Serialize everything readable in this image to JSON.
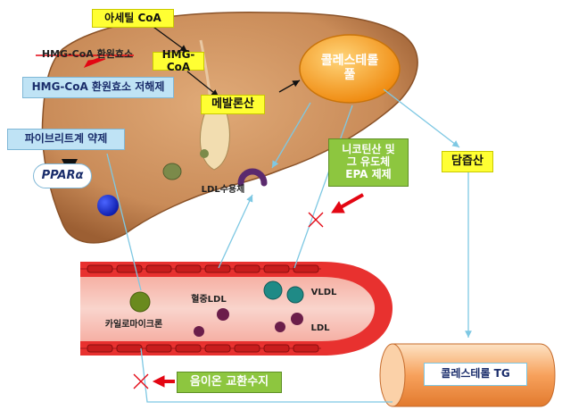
{
  "labels": {
    "acetyl_coa": "아세틸 CoA",
    "hmg_coa": "HMG-CoA",
    "mevalonate": "메발론산",
    "cholesterol_pool": "콜레스테롤\n풀",
    "hmg_reductase": "HMG-CoA 환원효소",
    "hmg_inhibitor": "HMG-CoA 환원효소 저해제",
    "fibrate": "파이브리트계 약제",
    "ppar": "PPARα",
    "ldl_receptor": "LDL수용체",
    "niacin": "니코틴산 및\n그 유도체\nEPA 제제",
    "bile_acid": "담즙산",
    "blood_ldl": "혈중LDL",
    "vldl": "VLDL",
    "ldl": "LDL",
    "chylomicron": "카일로마이크론",
    "anion_resin": "음이온 교환수지",
    "intestine_label": "콜레스테롤 TG"
  },
  "colors": {
    "liver": "#c98b58",
    "vessel_red": "#e8312f",
    "pool_orange": "#f5a623",
    "label_yellow": "#ffff33",
    "label_blue": "#bfe3f5",
    "label_green": "#8dc63f",
    "arrow_red": "#e30613",
    "line_blue": "#7ec8e3",
    "ldl_particle": "#6b1e4a",
    "vldl_particle": "#1f8a86",
    "chylo_particle": "#6a8a1e",
    "receptor_purple": "#5b2a6e"
  }
}
